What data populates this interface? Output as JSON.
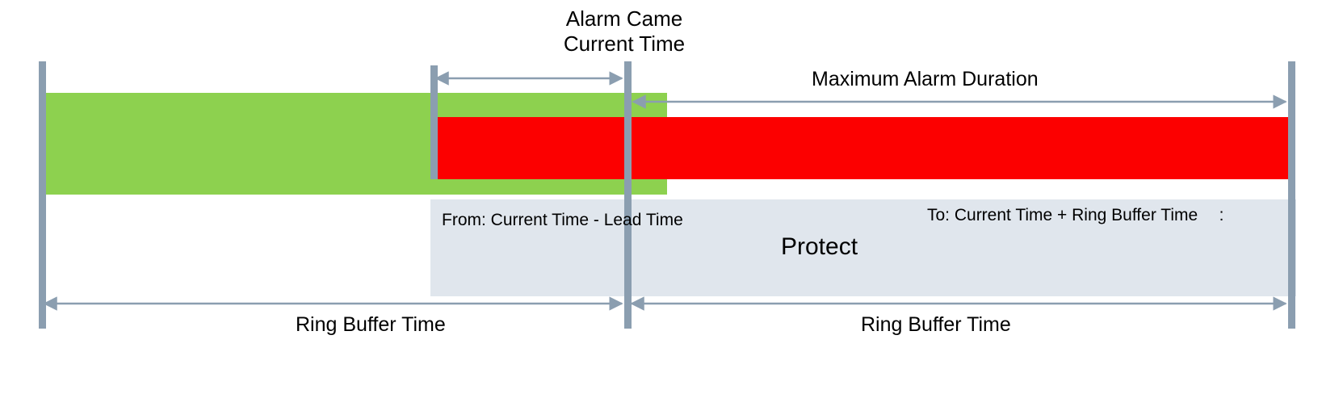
{
  "diagram": {
    "title_marker": {
      "line1": "Alarm Came",
      "line2": "Current Time"
    },
    "labels": {
      "maximum_alarm_duration": "Maximum Alarm Duration",
      "protect": "Protect",
      "from_text": "From: Current Time - Lead Time",
      "to_text": "To: Current Time + Ring Buffer Time",
      "to_text_overflow": ":",
      "ring_buffer_left": "Ring Buffer Time",
      "ring_buffer_right": "Ring Buffer Time"
    },
    "colors": {
      "marker": "#8b9eb0",
      "arrow": "#8b9eb0",
      "lead_time_bar": "#8dd14f",
      "alarm_bar": "#fc0000",
      "protect_box": "#e0e6ed",
      "background": "#ffffff",
      "text": "#000000"
    }
  }
}
